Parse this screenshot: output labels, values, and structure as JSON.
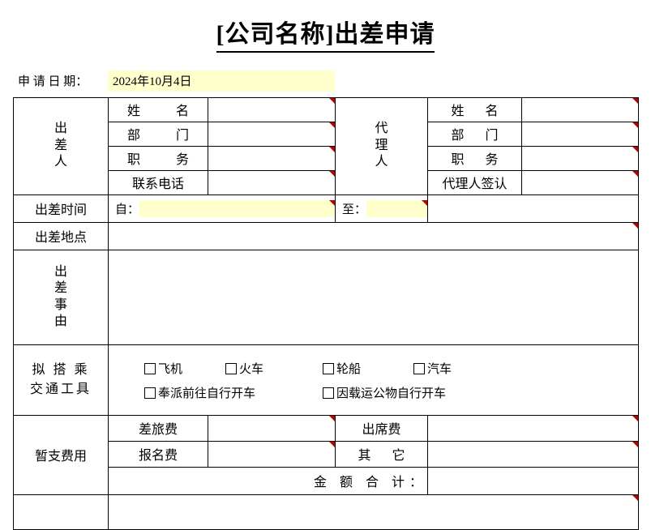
{
  "document": {
    "title": "[公司名称]出差申请"
  },
  "application_date": {
    "label": "申 请 日 期：",
    "value": "2024年10月4日"
  },
  "traveler": {
    "group_label": [
      "出",
      "差",
      "人"
    ],
    "rows": [
      {
        "label": "姓　名",
        "value": ""
      },
      {
        "label": "部　门",
        "value": ""
      },
      {
        "label": "职　务",
        "value": ""
      },
      {
        "label": "联系电话",
        "value": ""
      }
    ]
  },
  "agent": {
    "group_label": [
      "代",
      "理",
      "人"
    ],
    "rows": [
      {
        "label": "姓　名",
        "value": ""
      },
      {
        "label": "部　门",
        "value": ""
      },
      {
        "label": "职　务",
        "value": ""
      },
      {
        "label": "代理人签认",
        "value": ""
      }
    ]
  },
  "trip_time": {
    "label": "出差时间",
    "from_label": "自：",
    "from_value": "",
    "to_label": "至：",
    "to_value": "",
    "extra_value": ""
  },
  "trip_place": {
    "label": "出差地点",
    "value": ""
  },
  "trip_reason": {
    "group_label": [
      "出",
      "差",
      "事",
      "由"
    ],
    "value": ""
  },
  "transport": {
    "label_lines": [
      "拟 搭 乘",
      "交通工具"
    ],
    "options_row1": [
      {
        "label": "飞机",
        "checked": false
      },
      {
        "label": "火车",
        "checked": false
      },
      {
        "label": "轮船",
        "checked": false
      },
      {
        "label": "汽车",
        "checked": false
      }
    ],
    "options_row2": [
      {
        "label": "奉派前往自行开车",
        "checked": false
      },
      {
        "label": "因载运公物自行开车",
        "checked": false
      }
    ]
  },
  "advance_fees": {
    "group_label": "暂支费用",
    "rows": [
      {
        "left_label": "差旅费",
        "left_value": "",
        "right_label": "出席费",
        "right_value": ""
      },
      {
        "left_label": "报名费",
        "left_value": "",
        "right_label": "其　它",
        "right_value": ""
      }
    ],
    "total_label": "金 额 合 计：",
    "total_value": ""
  },
  "bottom_row": {
    "label": "",
    "value": ""
  },
  "colors": {
    "fill": "#FFFFCC",
    "highlight": "#FBCC9C",
    "comment_marker": "#C00000",
    "border": "#000000"
  }
}
